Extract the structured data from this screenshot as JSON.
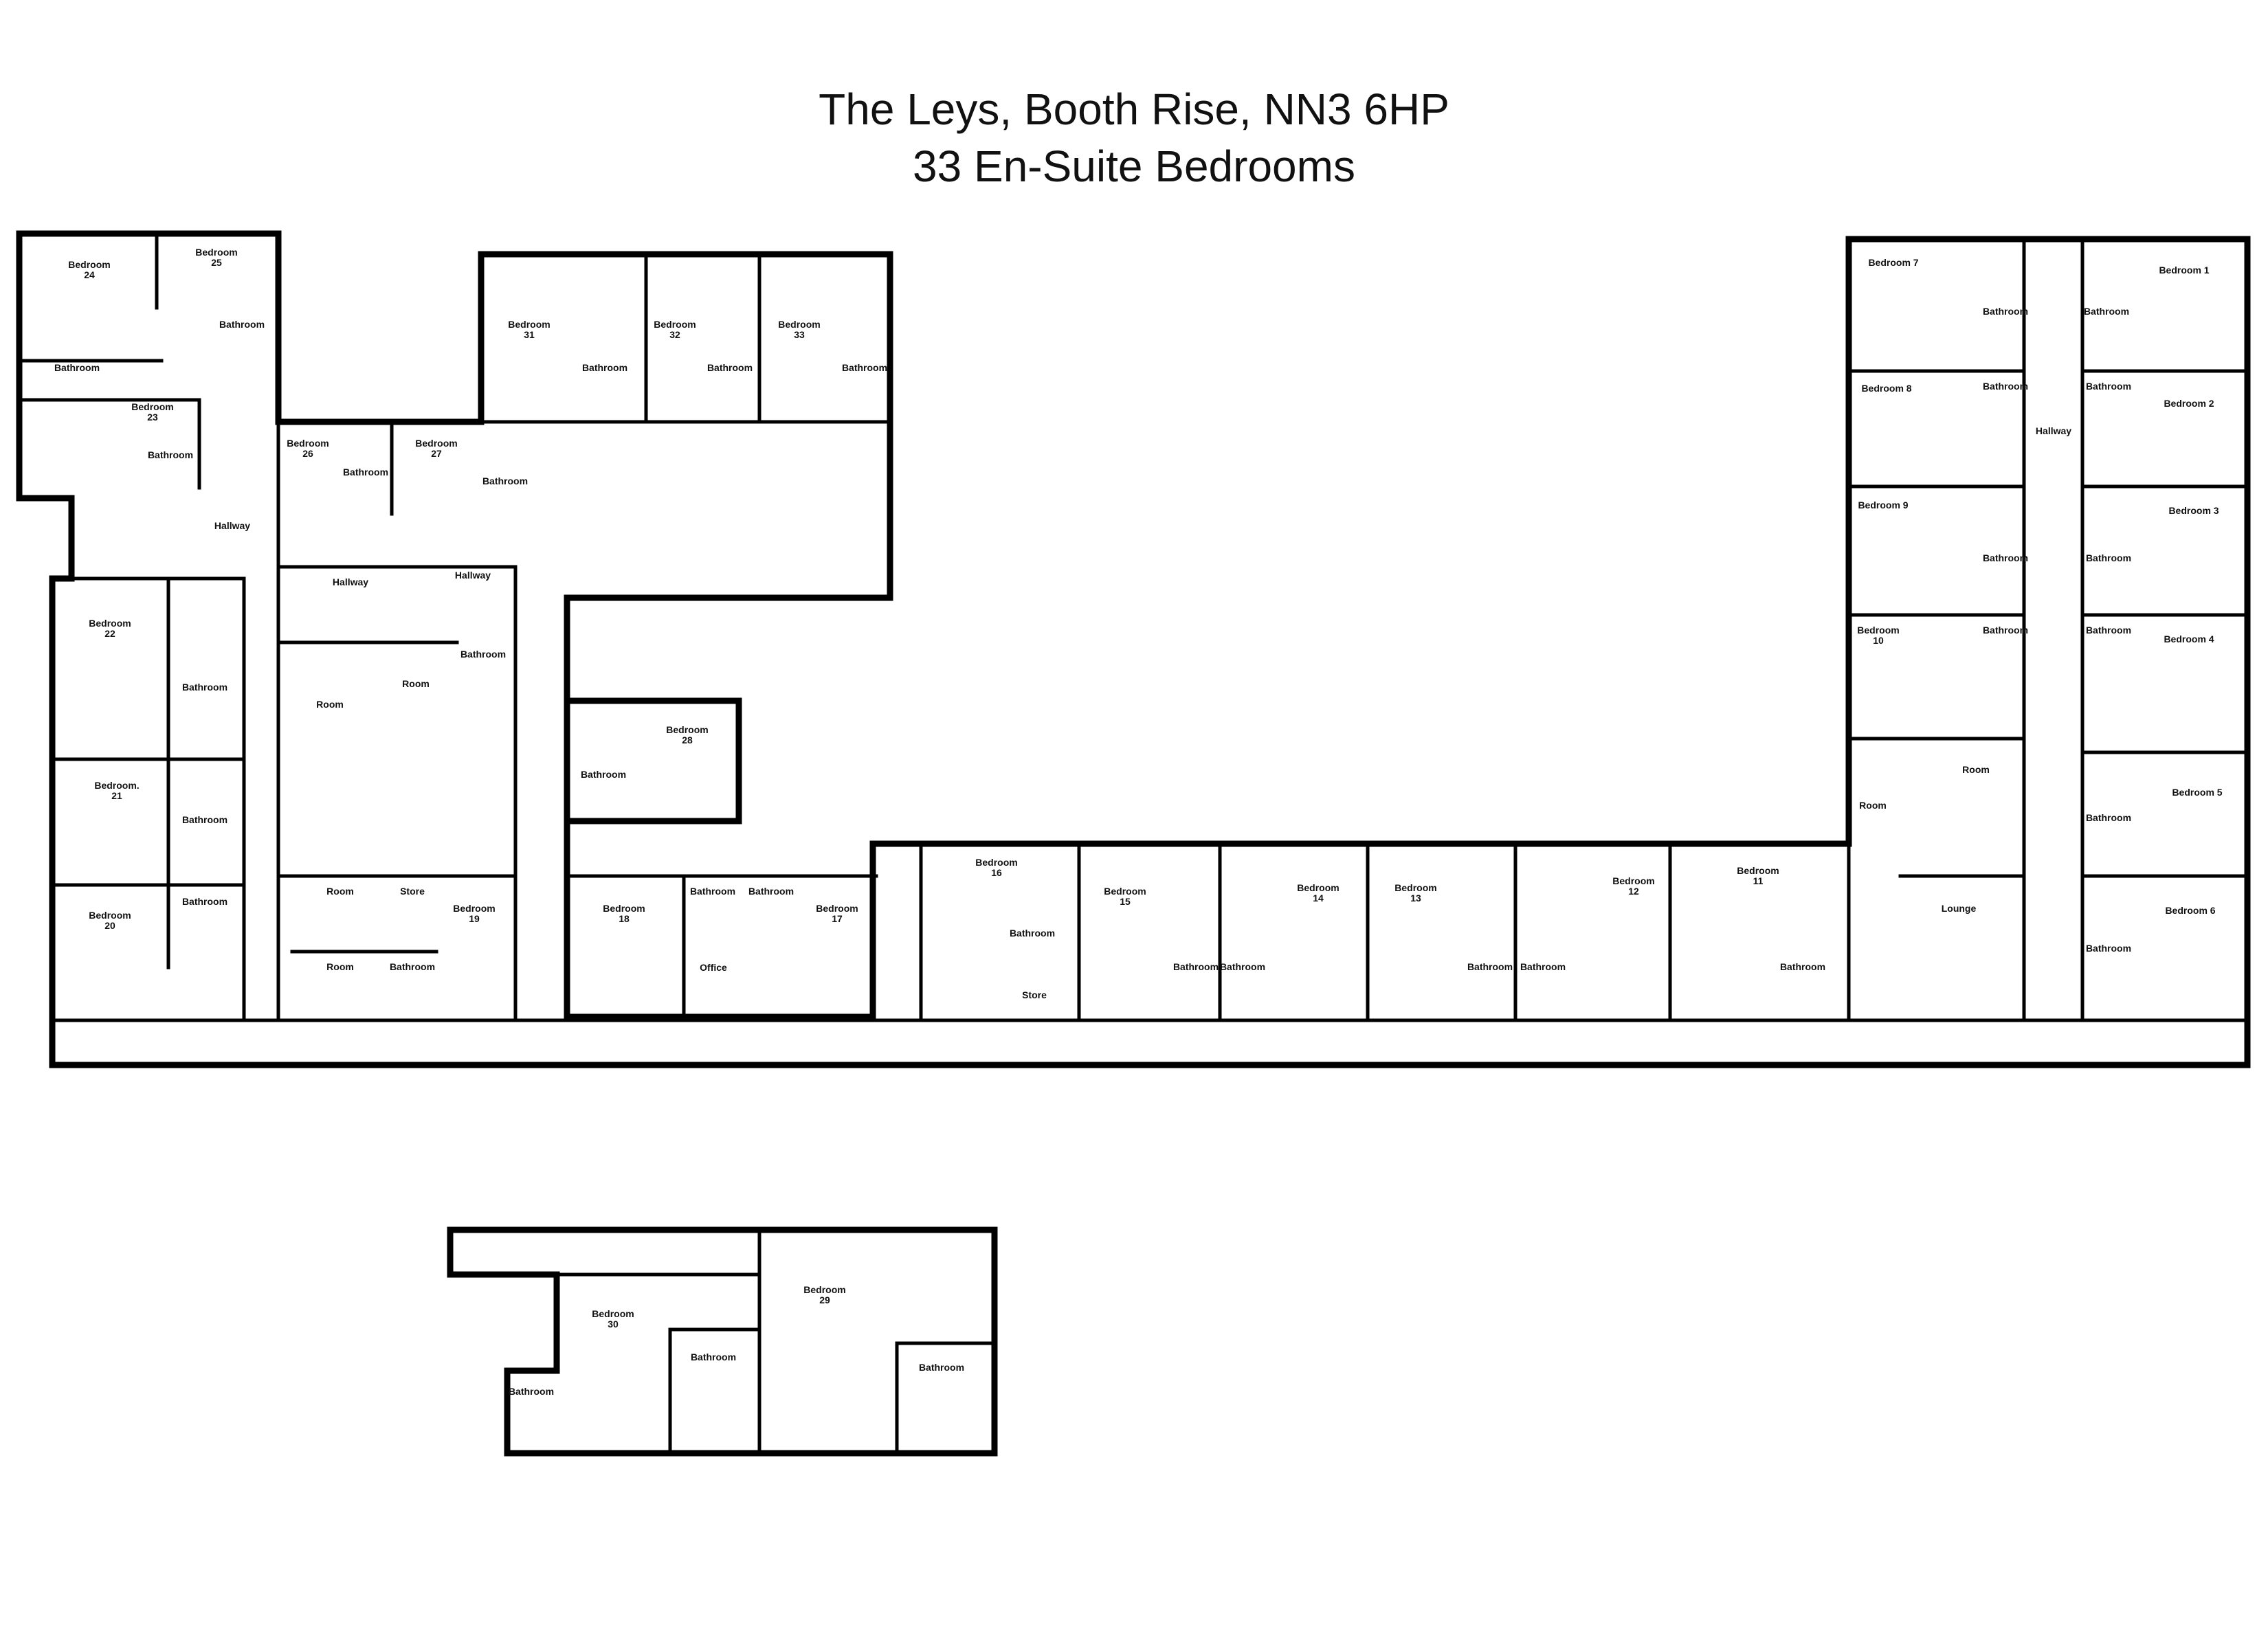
{
  "title": {
    "line1": "The Leys, Booth Rise, NN3 6HP",
    "line2": "33 En-Suite Bedrooms"
  },
  "rooms": [
    {
      "id": "bed24",
      "l1": "Bedroom",
      "l2": "24"
    },
    {
      "id": "bed25",
      "l1": "Bedroom",
      "l2": "25"
    },
    {
      "id": "bath25",
      "l1": "Bathroom",
      "l2": ""
    },
    {
      "id": "bath24",
      "l1": "Bathroom",
      "l2": ""
    },
    {
      "id": "bed23",
      "l1": "Bedroom",
      "l2": "23"
    },
    {
      "id": "bath23",
      "l1": "Bathroom",
      "l2": ""
    },
    {
      "id": "hall-w",
      "l1": "Hallway",
      "l2": ""
    },
    {
      "id": "bed26",
      "l1": "Bedroom",
      "l2": "26"
    },
    {
      "id": "bath26",
      "l1": "Bathroom",
      "l2": ""
    },
    {
      "id": "bed27",
      "l1": "Bedroom",
      "l2": "27"
    },
    {
      "id": "bath27",
      "l1": "Bathroom",
      "l2": ""
    },
    {
      "id": "bed31",
      "l1": "Bedroom",
      "l2": "31"
    },
    {
      "id": "bath31",
      "l1": "Bathroom",
      "l2": ""
    },
    {
      "id": "bed32",
      "l1": "Bedroom",
      "l2": "32"
    },
    {
      "id": "bath32",
      "l1": "Bathroom",
      "l2": ""
    },
    {
      "id": "bed33",
      "l1": "Bedroom",
      "l2": "33"
    },
    {
      "id": "bath33",
      "l1": "Bathroom",
      "l2": ""
    },
    {
      "id": "hall-c1",
      "l1": "Hallway",
      "l2": ""
    },
    {
      "id": "hall-c2",
      "l1": "Hallway",
      "l2": ""
    },
    {
      "id": "bed22",
      "l1": "Bedroom",
      "l2": "22"
    },
    {
      "id": "bath22",
      "l1": "Bathroom",
      "l2": ""
    },
    {
      "id": "bed21",
      "l1": "Bedroom.",
      "l2": "21"
    },
    {
      "id": "bath21",
      "l1": "Bathroom",
      "l2": ""
    },
    {
      "id": "bed20",
      "l1": "Bedroom",
      "l2": "20"
    },
    {
      "id": "bath20",
      "l1": "Bathroom",
      "l2": ""
    },
    {
      "id": "room-a",
      "l1": "Room",
      "l2": ""
    },
    {
      "id": "room-b",
      "l1": "Room",
      "l2": ""
    },
    {
      "id": "bath-c",
      "l1": "Bathroom",
      "l2": ""
    },
    {
      "id": "room-c",
      "l1": "Room",
      "l2": ""
    },
    {
      "id": "room-d",
      "l1": "Room",
      "l2": ""
    },
    {
      "id": "store-a",
      "l1": "Store",
      "l2": ""
    },
    {
      "id": "bath-d",
      "l1": "Bathroom",
      "l2": ""
    },
    {
      "id": "bed19",
      "l1": "Bedroom",
      "l2": "19"
    },
    {
      "id": "bed28",
      "l1": "Bedroom",
      "l2": "28"
    },
    {
      "id": "bath28",
      "l1": "Bathroom",
      "l2": ""
    },
    {
      "id": "bed18",
      "l1": "Bedroom",
      "l2": "18"
    },
    {
      "id": "bath18",
      "l1": "Bathroom",
      "l2": ""
    },
    {
      "id": "bath17",
      "l1": "Bathroom",
      "l2": ""
    },
    {
      "id": "bed17",
      "l1": "Bedroom",
      "l2": "17"
    },
    {
      "id": "office",
      "l1": "Office",
      "l2": ""
    },
    {
      "id": "bed16",
      "l1": "Bedroom",
      "l2": "16"
    },
    {
      "id": "bath16",
      "l1": "Bathroom",
      "l2": ""
    },
    {
      "id": "store-b",
      "l1": "Store",
      "l2": ""
    },
    {
      "id": "bed15",
      "l1": "Bedroom",
      "l2": "15"
    },
    {
      "id": "bath15",
      "l1": "Bathroom",
      "l2": ""
    },
    {
      "id": "bed14",
      "l1": "Bedroom",
      "l2": "14"
    },
    {
      "id": "bath14",
      "l1": "Bathroom",
      "l2": ""
    },
    {
      "id": "bed13",
      "l1": "Bedroom",
      "l2": "13"
    },
    {
      "id": "bath13",
      "l1": "Bathroom",
      "l2": ""
    },
    {
      "id": "bed12",
      "l1": "Bedroom",
      "l2": "12"
    },
    {
      "id": "bath12",
      "l1": "Bathroom",
      "l2": ""
    },
    {
      "id": "bed11",
      "l1": "Bedroom",
      "l2": "11"
    },
    {
      "id": "bath11",
      "l1": "Bathroom",
      "l2": ""
    },
    {
      "id": "bed7",
      "l1": "Bedroom 7",
      "l2": ""
    },
    {
      "id": "bath7",
      "l1": "Bathroom",
      "l2": ""
    },
    {
      "id": "bed8",
      "l1": "Bedroom 8",
      "l2": ""
    },
    {
      "id": "bath8",
      "l1": "Bathroom",
      "l2": ""
    },
    {
      "id": "bed9",
      "l1": "Bedroom 9",
      "l2": ""
    },
    {
      "id": "bath9",
      "l1": "Bathroom",
      "l2": ""
    },
    {
      "id": "bed10",
      "l1": "Bedroom",
      "l2": "10"
    },
    {
      "id": "bath10",
      "l1": "Bathroom",
      "l2": ""
    },
    {
      "id": "hall-e",
      "l1": "Hallway",
      "l2": ""
    },
    {
      "id": "bed1",
      "l1": "Bedroom 1",
      "l2": ""
    },
    {
      "id": "bath1",
      "l1": "Bathroom",
      "l2": ""
    },
    {
      "id": "bed2",
      "l1": "Bedroom 2",
      "l2": ""
    },
    {
      "id": "bath2",
      "l1": "Bathroom",
      "l2": ""
    },
    {
      "id": "bed3",
      "l1": "Bedroom 3",
      "l2": ""
    },
    {
      "id": "bath3",
      "l1": "Bathroom",
      "l2": ""
    },
    {
      "id": "bed4",
      "l1": "Bedroom 4",
      "l2": ""
    },
    {
      "id": "bath4",
      "l1": "Bathroom",
      "l2": ""
    },
    {
      "id": "room-e",
      "l1": "Room",
      "l2": ""
    },
    {
      "id": "room-f",
      "l1": "Room",
      "l2": ""
    },
    {
      "id": "lounge",
      "l1": "Lounge",
      "l2": ""
    },
    {
      "id": "bed5",
      "l1": "Bedroom 5",
      "l2": ""
    },
    {
      "id": "bath5",
      "l1": "Bathroom",
      "l2": ""
    },
    {
      "id": "bed6",
      "l1": "Bedroom 6",
      "l2": ""
    },
    {
      "id": "bath6",
      "l1": "Bathroom",
      "l2": ""
    },
    {
      "id": "bed30",
      "l1": "Bedroom",
      "l2": "30"
    },
    {
      "id": "bath30",
      "l1": "Bathroom",
      "l2": ""
    },
    {
      "id": "bath30b",
      "l1": "Bathroom",
      "l2": ""
    },
    {
      "id": "bed29",
      "l1": "Bedroom",
      "l2": "29"
    },
    {
      "id": "bath29",
      "l1": "Bathroom",
      "l2": ""
    }
  ]
}
